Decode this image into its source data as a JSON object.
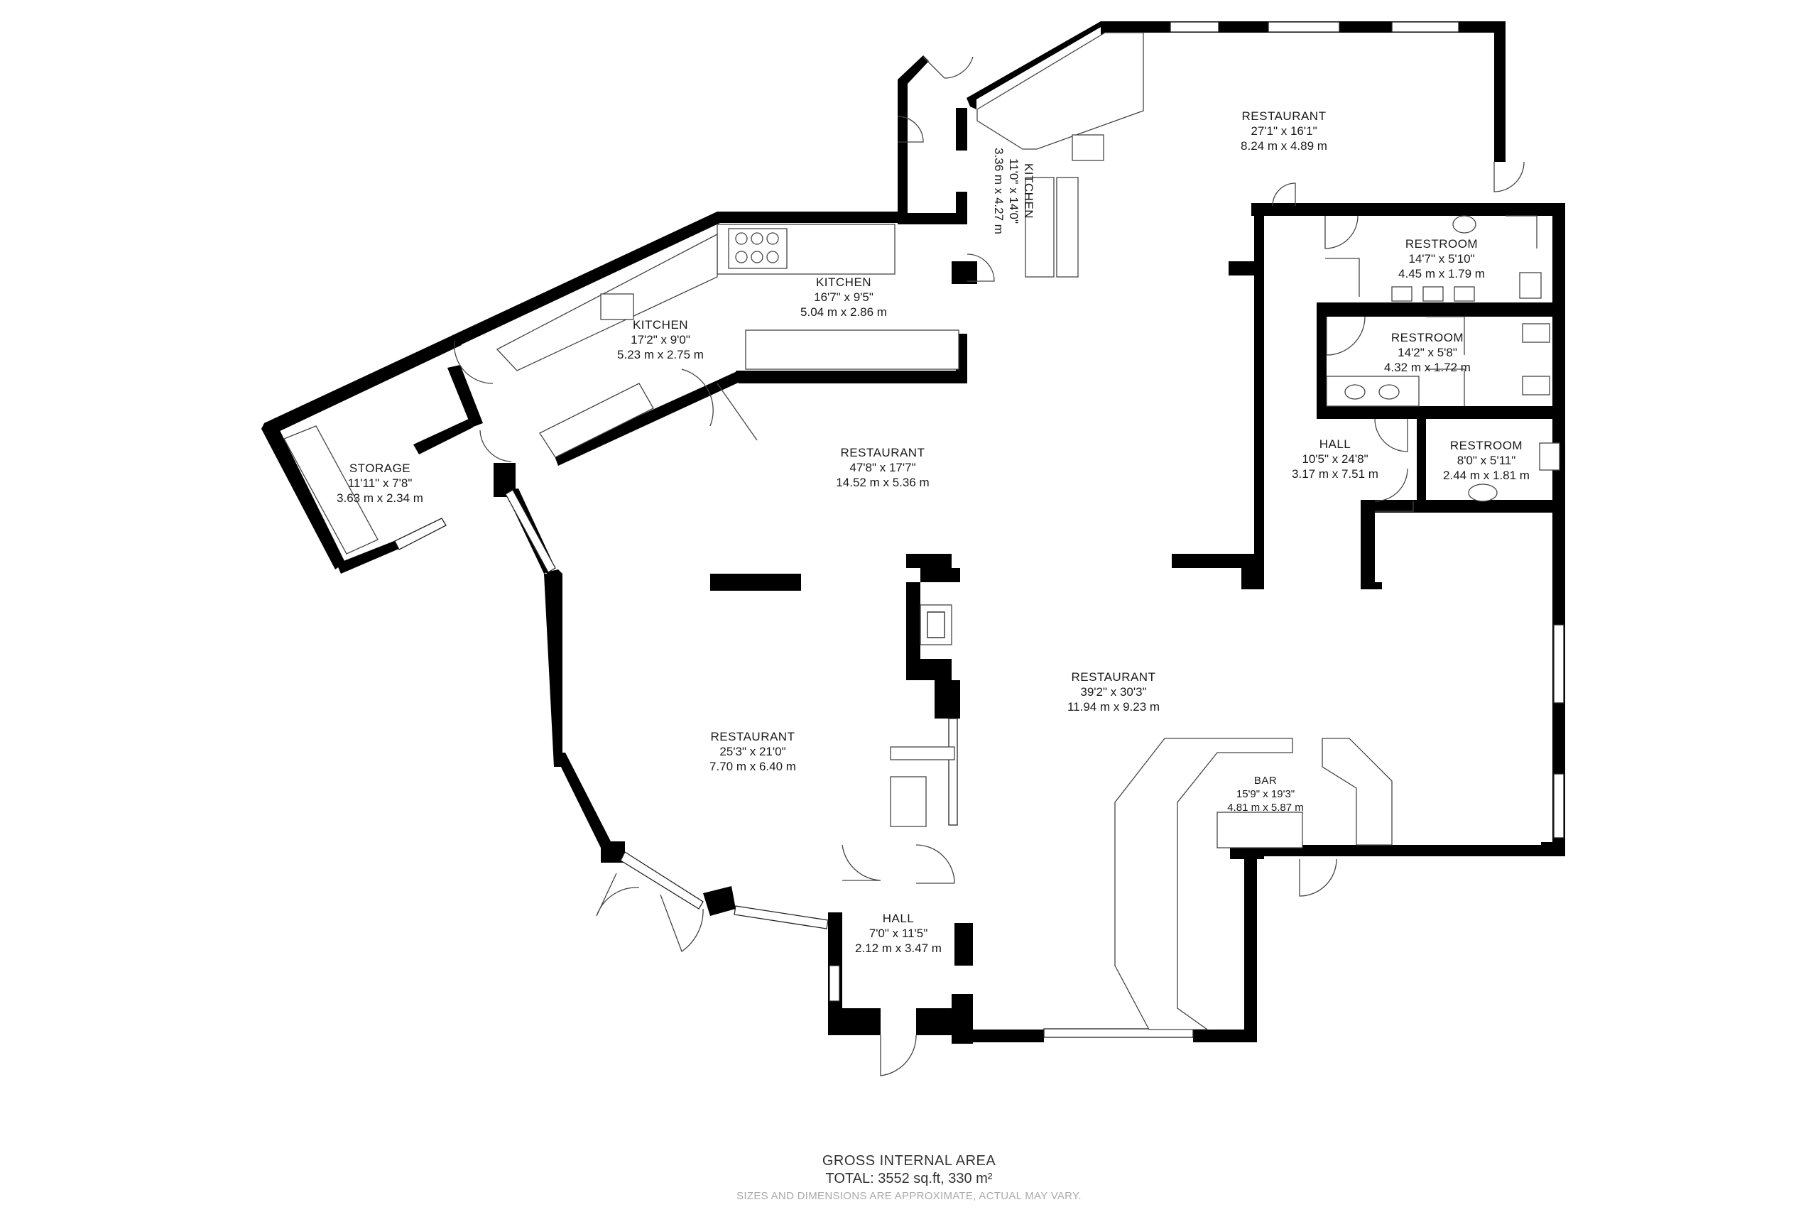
{
  "rooms": [
    {
      "name": "RESTAURANT",
      "imperial": "27'1\" x 16'1\"",
      "metric": "8.24 m x 4.89 m"
    },
    {
      "name": "KITCHEN",
      "imperial": "11'0\" x 14'0\"",
      "metric": "3.36 m x 4.27 m"
    },
    {
      "name": "KITCHEN",
      "imperial": "16'7\" x 9'5\"",
      "metric": "5.04 m x 2.86 m"
    },
    {
      "name": "KITCHEN",
      "imperial": "17'2\" x 9'0\"",
      "metric": "5.23 m x 2.75 m"
    },
    {
      "name": "STORAGE",
      "imperial": "11'11\" x 7'8\"",
      "metric": "3.63 m x 2.34 m"
    },
    {
      "name": "RESTROOM",
      "imperial": "14'7\" x 5'10\"",
      "metric": "4.45 m x 1.79 m"
    },
    {
      "name": "RESTROOM",
      "imperial": "14'2\" x 5'8\"",
      "metric": "4.32 m x 1.72 m"
    },
    {
      "name": "RESTROOM",
      "imperial": "8'0\" x 5'11\"",
      "metric": "2.44 m x 1.81 m"
    },
    {
      "name": "HALL",
      "imperial": "10'5\" x 24'8\"",
      "metric": "3.17 m x 7.51 m"
    },
    {
      "name": "RESTAURANT",
      "imperial": "47'8\" x 17'7\"",
      "metric": "14.52 m x 5.36 m"
    },
    {
      "name": "RESTAURANT",
      "imperial": "39'2\" x 30'3\"",
      "metric": "11.94 m x 9.23 m"
    },
    {
      "name": "RESTAURANT",
      "imperial": "25'3\" x 21'0\"",
      "metric": "7.70 m x 6.40 m"
    },
    {
      "name": "BAR",
      "imperial": "15'9\" x 19'3\"",
      "metric": "4.81 m x 5.87 m"
    },
    {
      "name": "HALL",
      "imperial": "7'0\" x 11'5\"",
      "metric": "2.12 m x 3.47 m"
    }
  ],
  "footer": {
    "title": "GROSS INTERNAL AREA",
    "total": "TOTAL: 3552 sq.ft, 330 m²",
    "disclaimer": "SIZES AND DIMENSIONS ARE APPROXIMATE, ACTUAL MAY VARY."
  },
  "colors": {
    "wall": "#000000",
    "background": "#ffffff",
    "disclaimer": "#aaaaaa"
  }
}
